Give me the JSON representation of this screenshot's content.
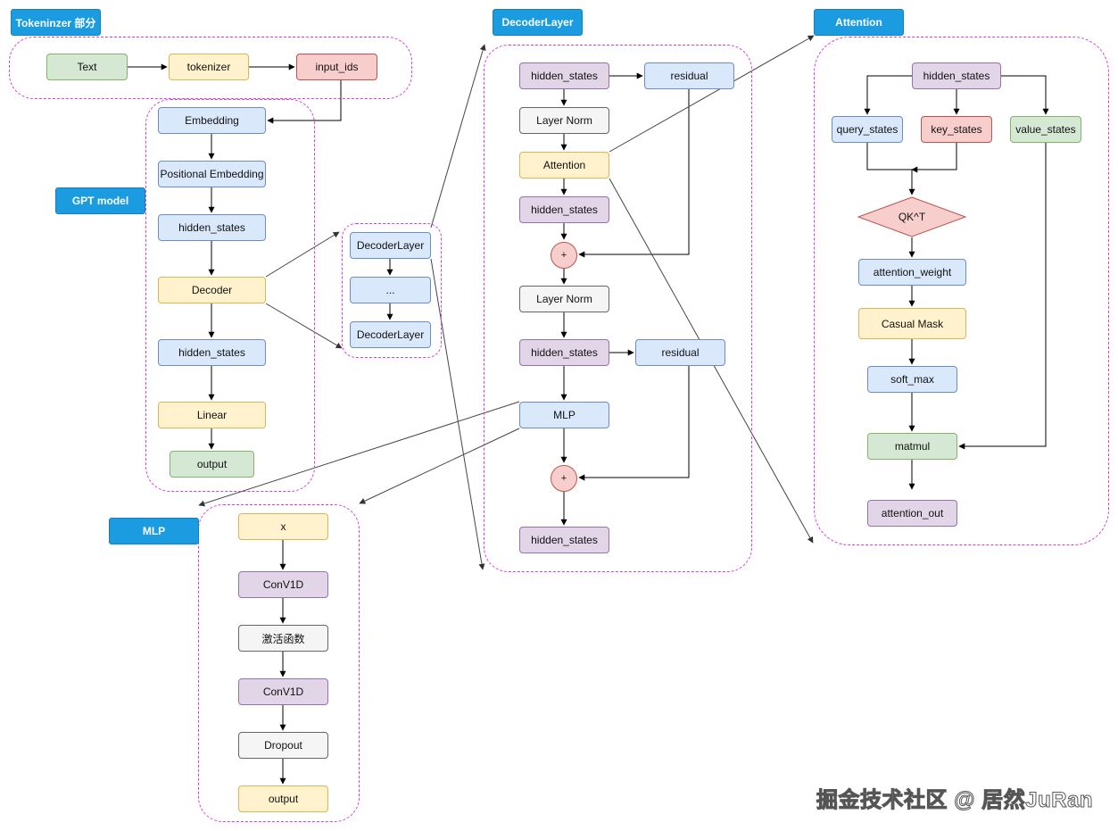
{
  "tags": {
    "tokenizer": "Tokeninzer 部分",
    "gpt": "GPT model",
    "decoder_layer": "DecoderLayer",
    "attention": "Attention",
    "mlp": "MLP"
  },
  "tokenizer_section": {
    "text": "Text",
    "tokenizer": "tokenizer",
    "input_ids": "input_ids"
  },
  "gpt_model": {
    "embedding": "Embedding",
    "positional_embedding": "Positional Embedding",
    "hidden_states_1": "hidden_states",
    "decoder": "Decoder",
    "hidden_states_2": "hidden_states",
    "linear": "Linear",
    "output": "output"
  },
  "decoder_stack": {
    "layer_1": "DecoderLayer",
    "ellipsis": "...",
    "layer_n": "DecoderLayer"
  },
  "decoder_layer": {
    "hidden_states_in": "hidden_states",
    "residual_1": "residual",
    "layer_norm_1": "Layer Norm",
    "attention": "Attention",
    "hidden_states_attn": "hidden_states",
    "plus_1": "+",
    "layer_norm_2": "Layer Norm",
    "hidden_states_mid": "hidden_states",
    "residual_2": "residual",
    "mlp": "MLP",
    "plus_2": "+",
    "hidden_states_out": "hidden_states"
  },
  "attention_section": {
    "hidden_states": "hidden_states",
    "query_states": "query_states",
    "key_states": "key_states",
    "value_states": "value_states",
    "qk": "QK^T",
    "attention_weight": "attention_weight",
    "casual_mask": "Casual Mask",
    "soft_max": "soft_max",
    "matmul": "matmul",
    "attention_out": "attention_out"
  },
  "mlp_section": {
    "x": "x",
    "conv1": "ConV1D",
    "activation": "激活函数",
    "conv2": "ConV1D",
    "dropout": "Dropout",
    "output": "output"
  },
  "watermark": "掘金技术社区 @ 居然JuRan",
  "colors": {
    "blue": "#dae8fc",
    "yellow": "#fff2cc",
    "green": "#d5e8d4",
    "red": "#f8cecc",
    "purple": "#e1d5e7",
    "gray": "#f5f5f5",
    "tag": "#1b9ce0",
    "group_border": "#d63fd6"
  }
}
